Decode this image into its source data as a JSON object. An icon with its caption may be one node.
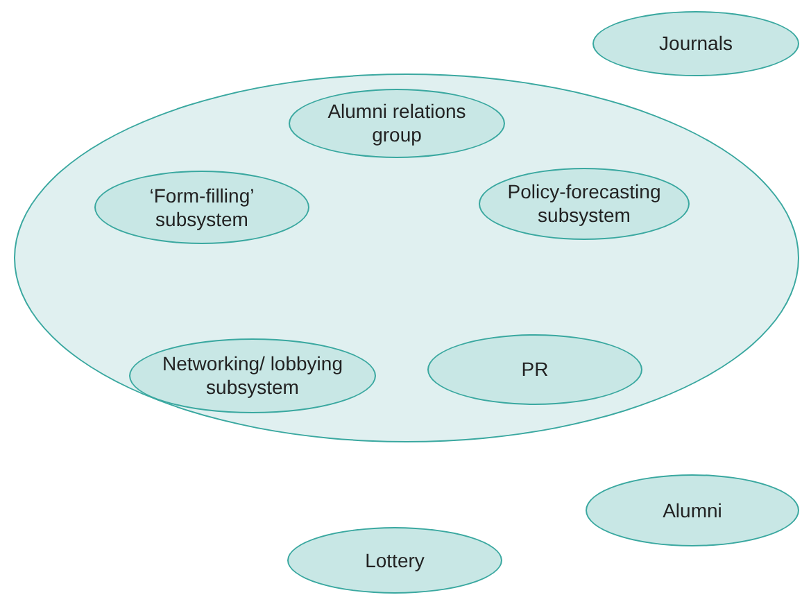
{
  "diagram": {
    "nodes": [
      {
        "text": [],
        "shape": "ellipse"
      },
      {
        "text": [
          "Alumni relations group"
        ],
        "in": 0
      },
      {
        "text": [
          "‘Form-filling’ subsystem"
        ],
        "in": 0
      },
      {
        "text": [
          "Policy-forecasting subsystem"
        ],
        "in": 0
      },
      {
        "text": [
          "Networking/ lobbying subsystem"
        ],
        "in": 0
      },
      {
        "text": [
          "PR"
        ],
        "in": 0
      },
      {
        "text": [
          "Journals"
        ]
      },
      {
        "text": [
          "Alumni"
        ]
      },
      {
        "text": [
          "Lottery"
        ]
      }
    ]
  }
}
